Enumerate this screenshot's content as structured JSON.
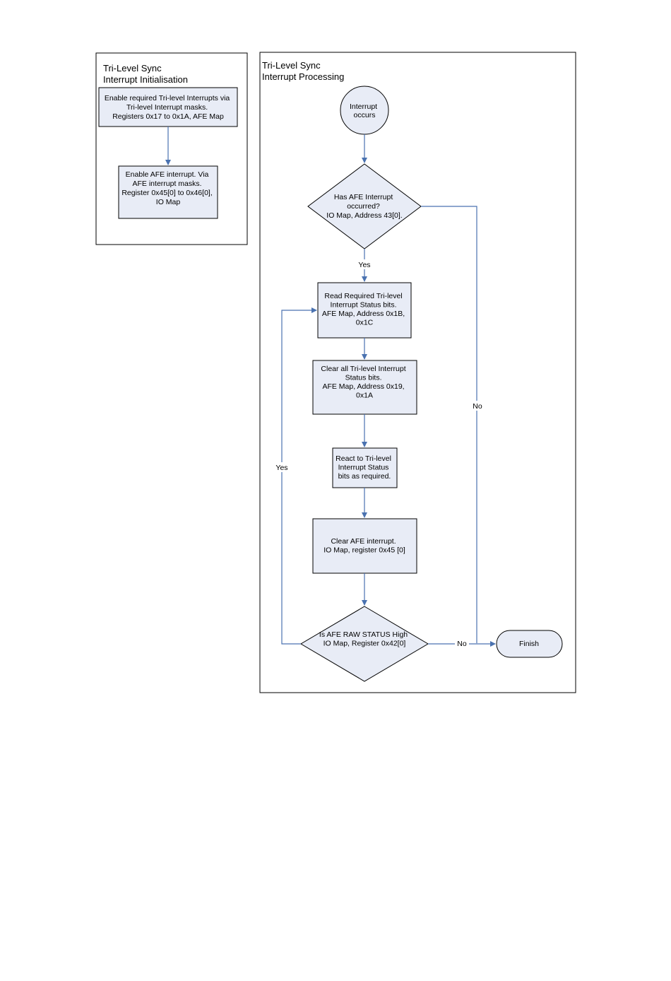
{
  "colors": {
    "box_fill": "#e8ecf6",
    "connector": "#4a72b0",
    "outline": "#000000"
  },
  "init": {
    "title": [
      "Tri-Level Sync",
      "Interrupt Initialisation"
    ],
    "step1": [
      "Enable required Tri-level Interrupts via",
      "Tri-level Interrupt masks.",
      "Registers 0x17 to 0x1A, AFE Map"
    ],
    "step2": [
      "Enable AFE interrupt. Via",
      "AFE interrupt masks.",
      "Register 0x45[0] to 0x46[0],",
      "IO Map"
    ]
  },
  "proc": {
    "title": [
      "Tri-Level Sync",
      "Interrupt Processing"
    ],
    "start": [
      "Interrupt",
      "occurs"
    ],
    "decision1": [
      "Has AFE Interrupt",
      "occurred?",
      "IO Map, Address 43[0]."
    ],
    "read_status": [
      "Read Required Tri-level",
      "Interrupt Status bits.",
      "AFE Map, Address 0x1B,",
      "0x1C"
    ],
    "clear_status": [
      "Clear all  Tri-level Interrupt",
      "Status bits.",
      "AFE Map, Address 0x19,",
      "0x1A"
    ],
    "react": [
      "React to Tri-level",
      "Interrupt Status",
      "bits as required."
    ],
    "clear_afe": [
      "Clear AFE interrupt.",
      "IO Map, register 0x45 [0]"
    ],
    "decision2": [
      "Is AFE RAW STATUS High",
      "",
      "IO Map, Register 0x42[0]"
    ],
    "finish": "Finish",
    "labels": {
      "yes_down": "Yes",
      "no_right": "No",
      "yes_loop": "Yes",
      "no_bottom": "No"
    }
  }
}
